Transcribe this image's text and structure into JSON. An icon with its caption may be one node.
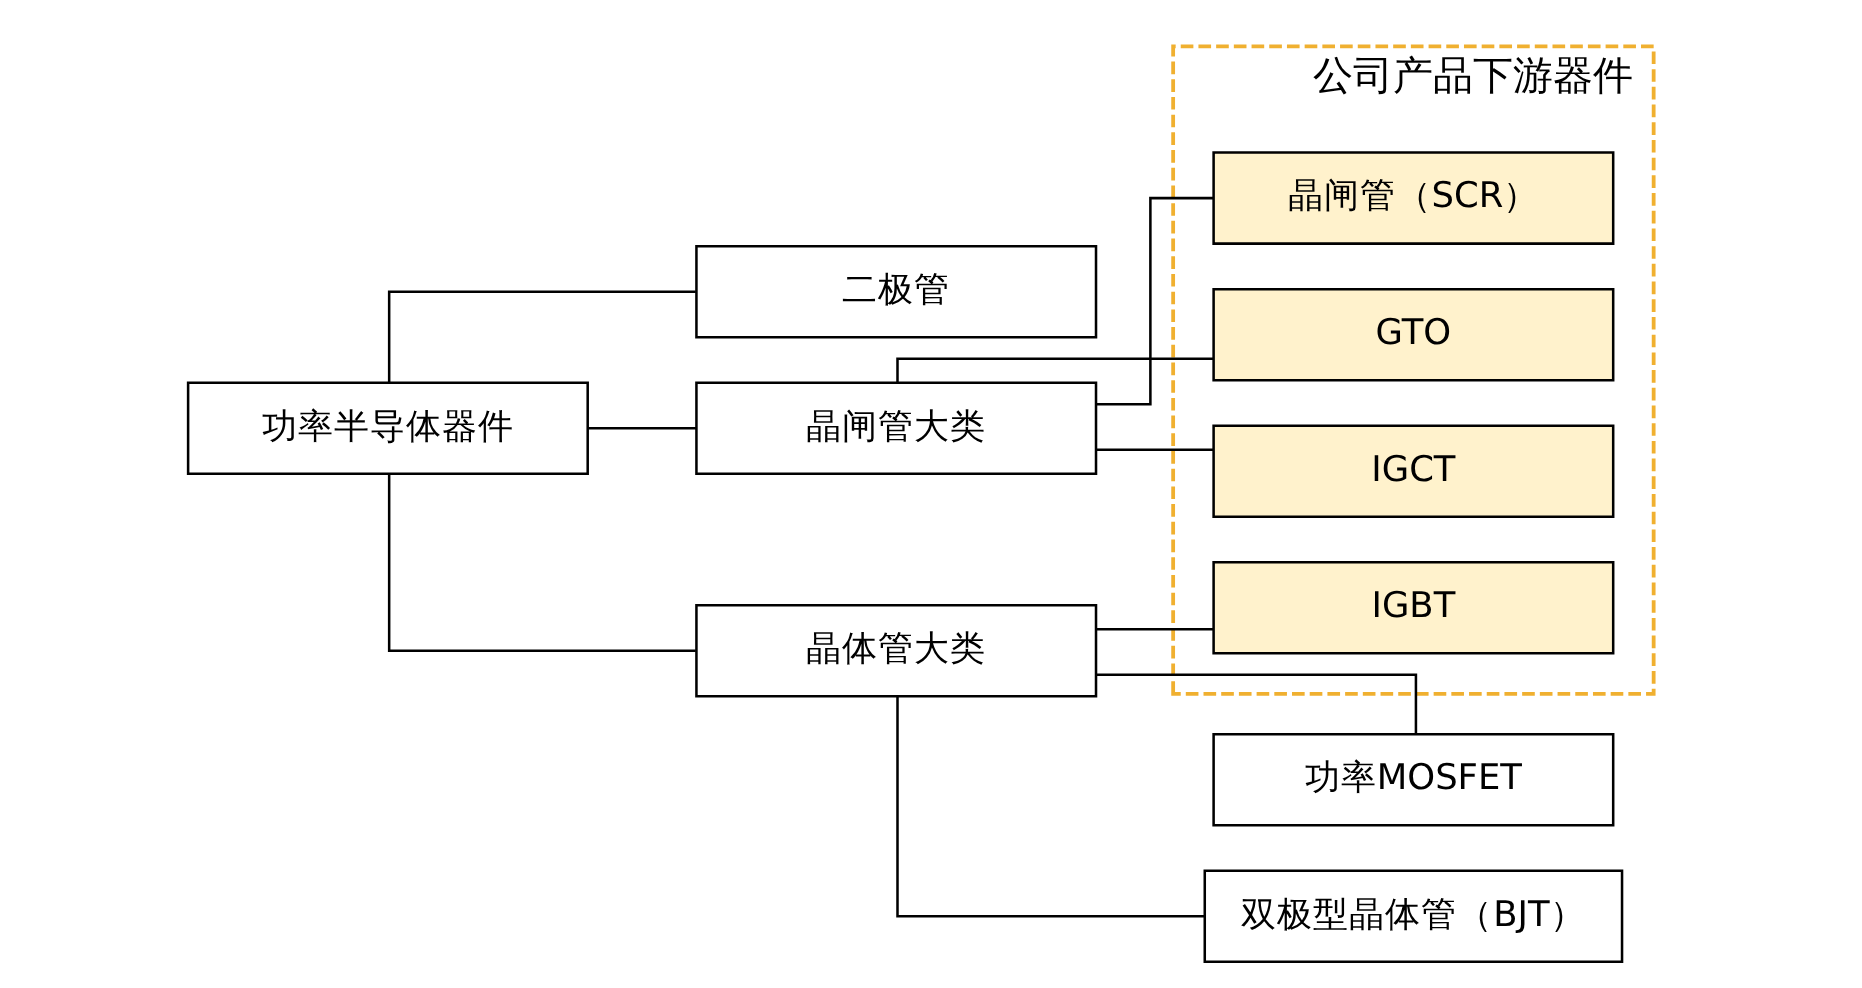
{
  "diagram": {
    "nodes": [
      {
        "text": [
          "功率半导体器件"
        ]
      },
      {
        "text": [
          "二极管"
        ]
      },
      {
        "text": [
          "晶闸管大类"
        ]
      },
      {
        "text": [
          "晶体管大类"
        ]
      },
      {
        "text": [
          "公司产品下游器件"
        ]
      },
      {
        "text": [
          "晶闸管（SCR）"
        ],
        "in": 4
      },
      {
        "text": [
          "GTO"
        ],
        "in": 4
      },
      {
        "text": [
          "IGCT"
        ],
        "in": 4
      },
      {
        "text": [
          "IGBT"
        ],
        "in": 4
      },
      {
        "text": [
          "功率MOSFET"
        ]
      },
      {
        "text": [
          "双极型晶体管（BJT）"
        ]
      }
    ],
    "edges": [
      {
        "from": 0,
        "to": 1,
        "arrow": "none"
      },
      {
        "from": 0,
        "to": 2,
        "arrow": "none"
      },
      {
        "from": 0,
        "to": 3,
        "arrow": "none"
      },
      {
        "from": 2,
        "to": 5,
        "arrow": "none"
      },
      {
        "from": 2,
        "to": 6,
        "arrow": "none"
      },
      {
        "from": 2,
        "to": 7,
        "arrow": "none"
      },
      {
        "from": 3,
        "to": 8,
        "arrow": "none"
      },
      {
        "from": 3,
        "to": 9,
        "arrow": "none"
      },
      {
        "from": 3,
        "to": 10,
        "arrow": "none"
      }
    ]
  }
}
